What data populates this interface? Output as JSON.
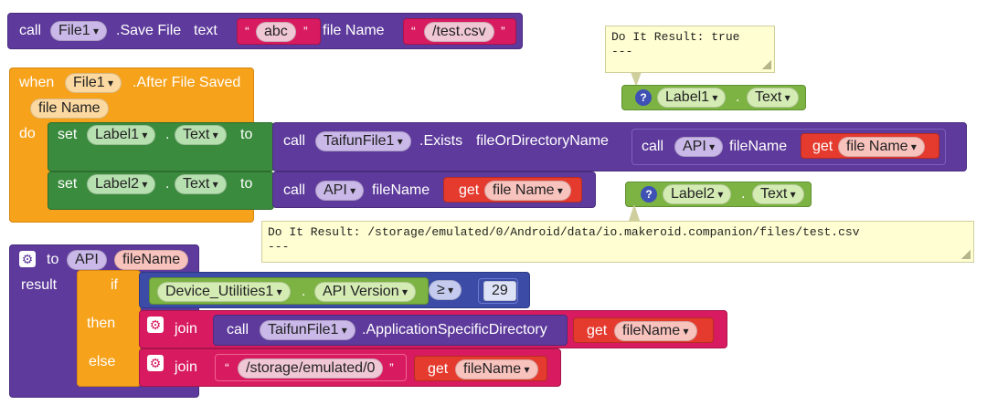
{
  "save_block": {
    "call": "call",
    "component": "File1",
    "method": ".Save File",
    "param_text": "text",
    "text_value": "abc",
    "param_filename": "file Name",
    "filename_value": "/test.csv"
  },
  "result1": {
    "line1": "Do It Result: true",
    "line2": "---"
  },
  "label1_getter": {
    "component": "Label1",
    "dot": ".",
    "property": "Text"
  },
  "event_block": {
    "when": "when",
    "component": "File1",
    "event": ".After File Saved",
    "param": "file Name",
    "do": "do"
  },
  "set1": {
    "set": "set",
    "component": "Label1",
    "dot": ".",
    "property": "Text",
    "to": "to",
    "call": "call",
    "target": "TaifunFile1",
    "method": ".Exists",
    "arg_label": "fileOrDirectoryName",
    "inner_call": "call",
    "inner_target": "API",
    "inner_arg": "fileName",
    "get": "get",
    "get_var": "file Name"
  },
  "set2": {
    "set": "set",
    "component": "Label2",
    "dot": ".",
    "property": "Text",
    "to": "to",
    "call": "call",
    "target": "API",
    "arg": "fileName",
    "get": "get",
    "get_var": "file Name"
  },
  "label2_getter": {
    "component": "Label2",
    "dot": ".",
    "property": "Text"
  },
  "result2": {
    "line1": "Do It Result: /storage/emulated/0/Android/data/io.makeroid.companion/files/test.csv",
    "line2": "---"
  },
  "proc_block": {
    "to": "to",
    "name": "API",
    "param": "fileName",
    "result": "result",
    "if": "if",
    "then": "then",
    "else": "else",
    "cond_component": "Device_Utilities1",
    "cond_dot": ".",
    "cond_property": "API Version",
    "op": "≥",
    "num": "29",
    "join1": "join",
    "call": "call",
    "call_target": "TaifunFile1",
    "call_method": ".ApplicationSpecificDirectory",
    "get1": "get",
    "get1_var": "fileName",
    "join2": "join",
    "path_text": "/storage/emulated/0",
    "get2": "get",
    "get2_var": "fileName"
  },
  "icons": {
    "gear": "⚙",
    "question": "?"
  },
  "colors": {
    "procedure_purple": "#5d3a9b",
    "event_orange": "#f7a21b",
    "setter_green": "#3a8b3e",
    "getter_lightgreen": "#7cb342",
    "variable_red": "#e53b2f",
    "text_pink": "#d81b60",
    "math_blue": "#3b4ba6"
  }
}
